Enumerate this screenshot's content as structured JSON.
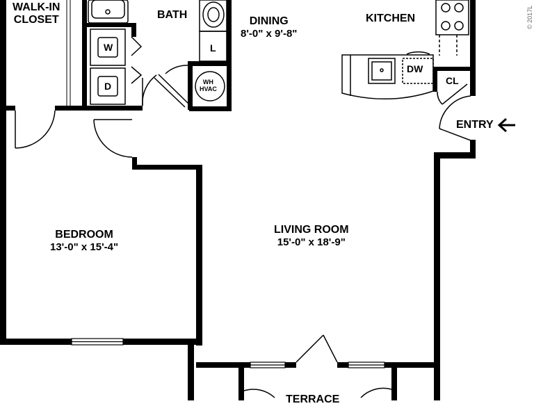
{
  "rooms": {
    "walk_in_closet": {
      "line1": "WALK-IN",
      "line2": "CLOSET"
    },
    "bath": {
      "name": "BATH"
    },
    "dining": {
      "name": "DINING",
      "dims": "8'-0\" x 9'-8\""
    },
    "kitchen": {
      "name": "KITCHEN"
    },
    "bedroom": {
      "name": "BEDROOM",
      "dims": "13'-0\" x 15'-4\""
    },
    "living_room": {
      "name": "LIVING ROOM",
      "dims": "15'-0\" x 18'-9\""
    },
    "terrace": {
      "name": "TERRACE"
    }
  },
  "fixtures": {
    "washer": "W",
    "dryer": "D",
    "linen": "L",
    "dishwasher": "DW",
    "coat_closet": "CL",
    "water_heater_line1": "WH",
    "water_heater_line2": "HVAC"
  },
  "entry": {
    "label": "ENTRY",
    "arrow": "🡐"
  },
  "copyright": "© 2017L"
}
